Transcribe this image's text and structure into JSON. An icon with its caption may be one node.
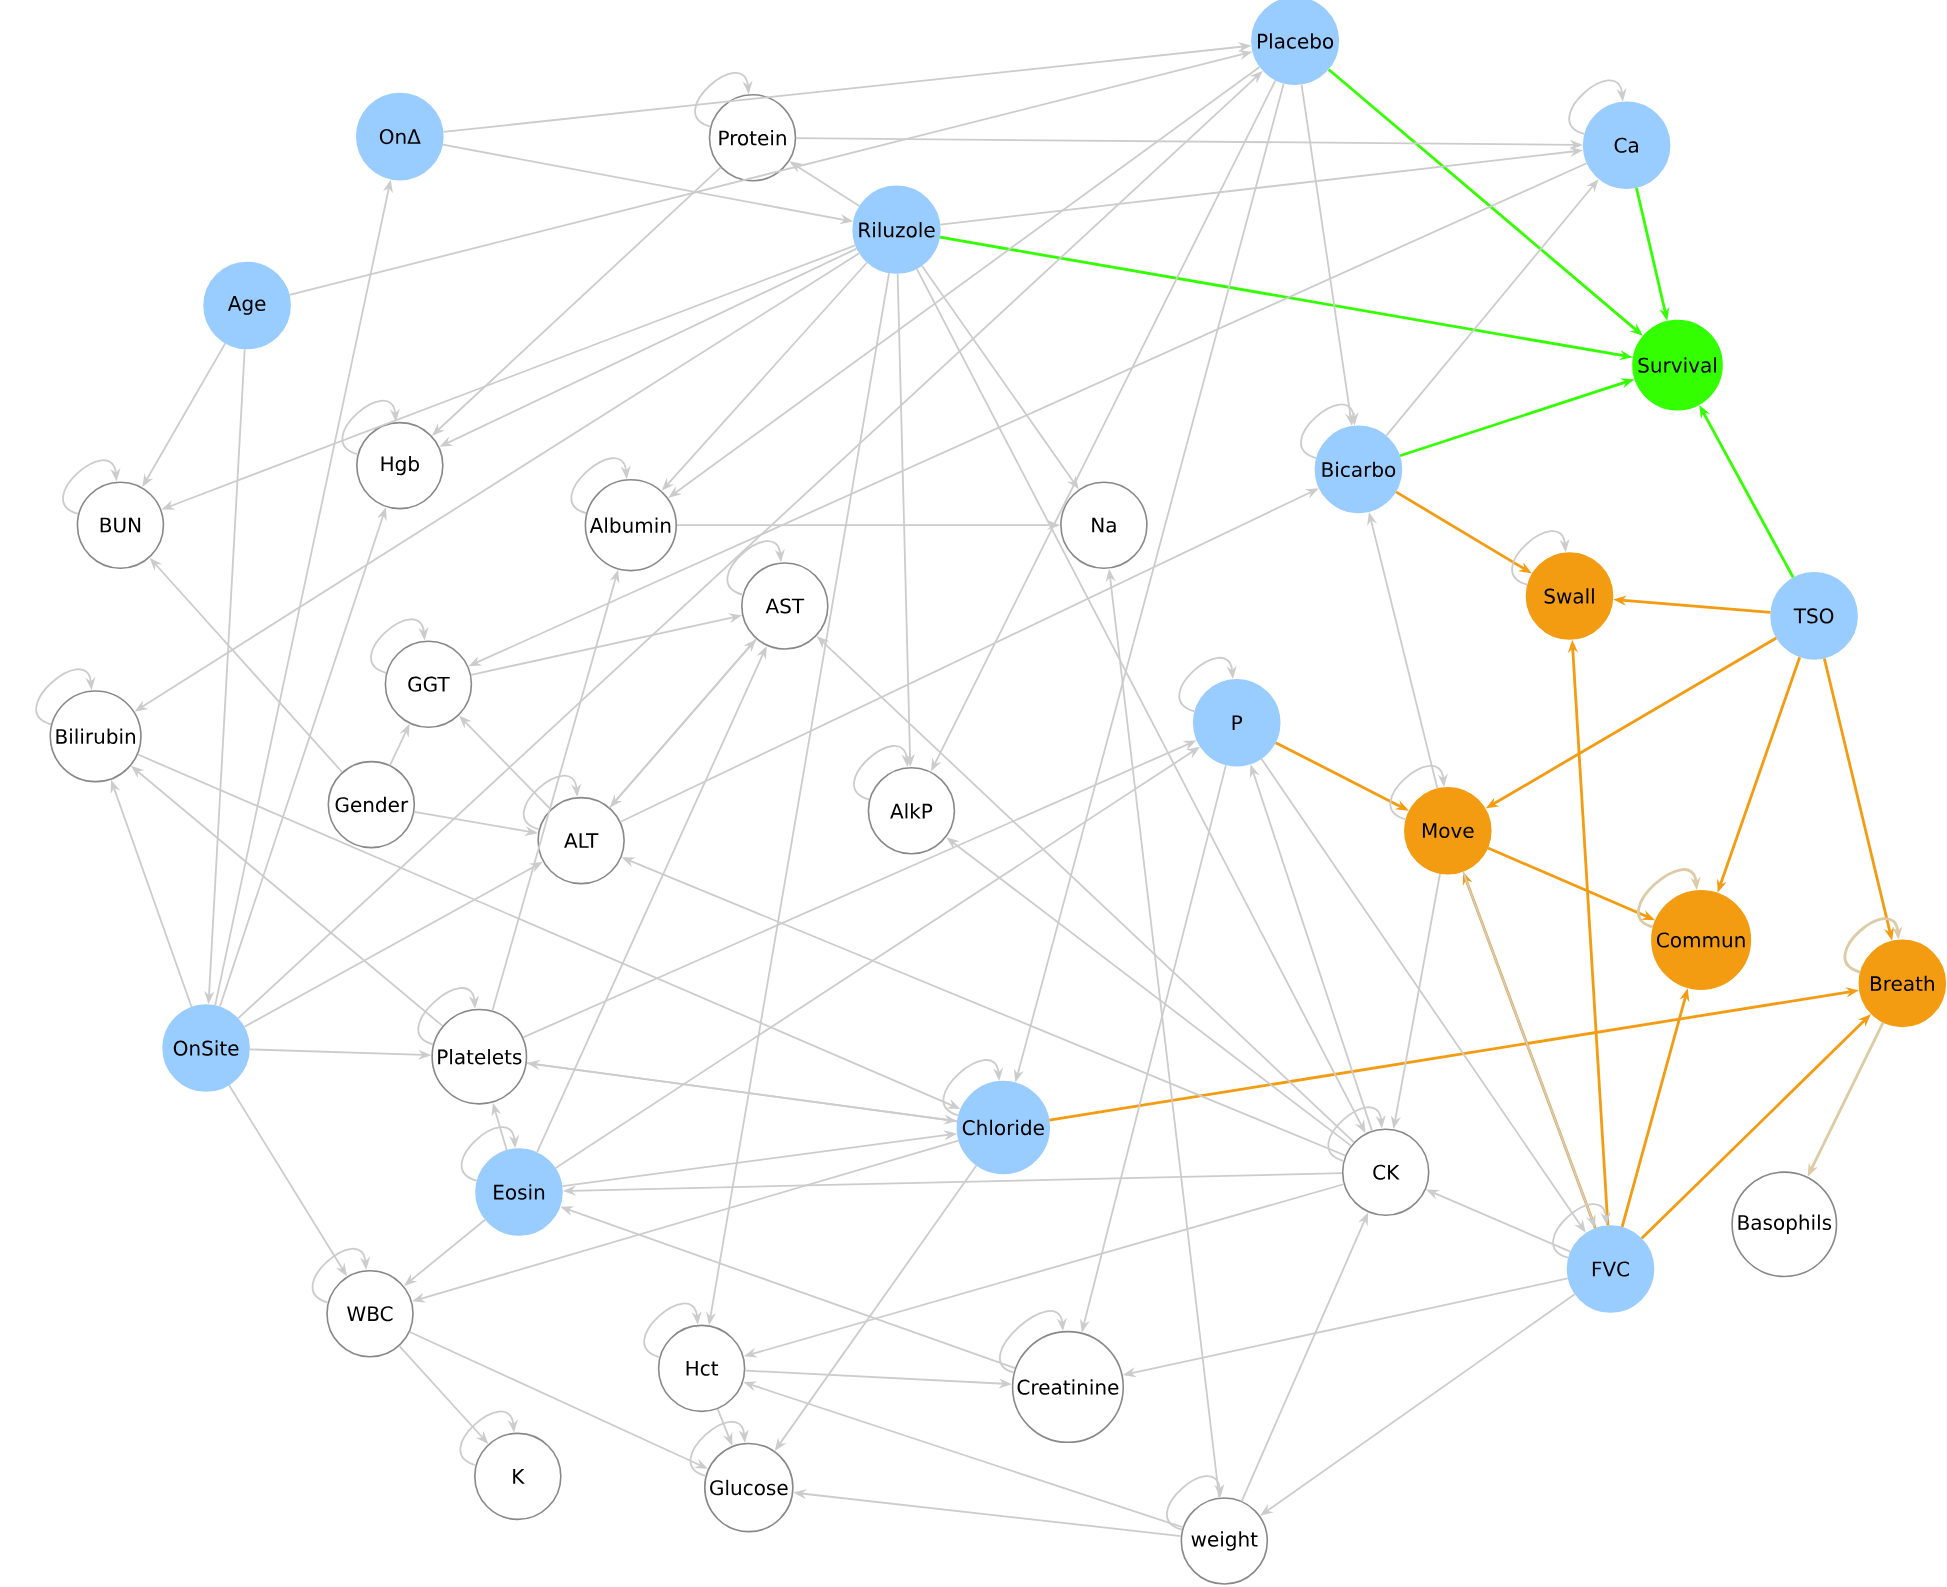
{
  "diagram": {
    "nodes": [
      {
        "text": [
          "Placebo"
        ]
      },
      {
        "text": [
          "OnΔ"
        ]
      },
      {
        "text": [
          "Protein"
        ]
      },
      {
        "text": [
          "Ca"
        ]
      },
      {
        "text": [
          "Riluzole"
        ]
      },
      {
        "text": [
          "Age"
        ]
      },
      {
        "text": [
          "Survival"
        ]
      },
      {
        "text": [
          "Hgb"
        ]
      },
      {
        "text": [
          "Bicarbo"
        ]
      },
      {
        "text": [
          "BUN"
        ]
      },
      {
        "text": [
          "Albumin"
        ]
      },
      {
        "text": [
          "Na"
        ]
      },
      {
        "text": [
          "AST"
        ]
      },
      {
        "text": [
          "Swall"
        ]
      },
      {
        "text": [
          "TSO"
        ]
      },
      {
        "text": [
          "GGT"
        ]
      },
      {
        "text": [
          "Bilirubin"
        ]
      },
      {
        "text": [
          "P"
        ]
      },
      {
        "text": [
          "Gender"
        ]
      },
      {
        "text": [
          "ALT"
        ]
      },
      {
        "text": [
          "AlkP"
        ]
      },
      {
        "text": [
          "Move"
        ]
      },
      {
        "text": [
          "Commun"
        ]
      },
      {
        "text": [
          "Breath"
        ]
      },
      {
        "text": [
          "OnSite"
        ]
      },
      {
        "text": [
          "Platelets"
        ]
      },
      {
        "text": [
          "Chloride"
        ]
      },
      {
        "text": [
          "Eosin"
        ]
      },
      {
        "text": [
          "CK"
        ]
      },
      {
        "text": [
          "Basophils"
        ]
      },
      {
        "text": [
          "FVC"
        ]
      },
      {
        "text": [
          "WBC"
        ]
      },
      {
        "text": [
          "Hct"
        ]
      },
      {
        "text": [
          "Creatinine"
        ]
      },
      {
        "text": [
          "K"
        ]
      },
      {
        "text": [
          "Glucose"
        ]
      },
      {
        "text": [
          "weight"
        ]
      }
    ],
    "edges": [
      {
        "from": 0,
        "to": 6,
        "arrow": "to",
        "color": "#33ff00"
      },
      {
        "from": 3,
        "to": 6,
        "arrow": "to",
        "color": "#33ff00"
      },
      {
        "from": 4,
        "to": 6,
        "arrow": "to",
        "color": "#33ff00"
      },
      {
        "from": 8,
        "to": 6,
        "arrow": "to",
        "color": "#33ff00"
      },
      {
        "from": 14,
        "to": 6,
        "arrow": "to",
        "color": "#33ff00"
      },
      {
        "from": 8,
        "to": 13,
        "arrow": "to",
        "color": "#f39c12"
      },
      {
        "from": 14,
        "to": 13,
        "arrow": "to",
        "color": "#f39c12"
      },
      {
        "from": 14,
        "to": 21,
        "arrow": "to",
        "color": "#f39c12"
      },
      {
        "from": 14,
        "to": 22,
        "arrow": "to",
        "color": "#f39c12"
      },
      {
        "from": 14,
        "to": 23,
        "arrow": "to",
        "color": "#f39c12"
      },
      {
        "from": 17,
        "to": 21,
        "arrow": "to",
        "color": "#f39c12"
      },
      {
        "from": 21,
        "to": 22,
        "arrow": "to",
        "color": "#f39c12"
      },
      {
        "from": 30,
        "to": 13,
        "arrow": "to",
        "color": "#f39c12"
      },
      {
        "from": 30,
        "to": 21,
        "arrow": "to",
        "color": "#f39c12"
      },
      {
        "from": 30,
        "to": 22,
        "arrow": "to",
        "color": "#f39c12"
      },
      {
        "from": 30,
        "to": 23,
        "arrow": "to",
        "color": "#f39c12"
      },
      {
        "from": 26,
        "to": 23,
        "arrow": "to",
        "color": "#f39c12"
      },
      {
        "from": 1,
        "to": 0,
        "arrow": "to"
      },
      {
        "from": 1,
        "to": 4,
        "arrow": "to"
      },
      {
        "from": 2,
        "to": 3,
        "arrow": "to"
      },
      {
        "from": 2,
        "to": 7,
        "arrow": "to"
      },
      {
        "from": 4,
        "to": 2,
        "arrow": "to"
      },
      {
        "from": 4,
        "to": 3,
        "arrow": "to"
      },
      {
        "from": 5,
        "to": 0,
        "arrow": "to"
      },
      {
        "from": 5,
        "to": 9,
        "arrow": "to"
      },
      {
        "from": 5,
        "to": 24,
        "arrow": "to"
      },
      {
        "from": 4,
        "to": 9,
        "arrow": "to"
      },
      {
        "from": 4,
        "to": 7,
        "arrow": "to"
      },
      {
        "from": 4,
        "to": 16,
        "arrow": "to"
      },
      {
        "from": 4,
        "to": 10,
        "arrow": "to"
      },
      {
        "from": 4,
        "to": 20,
        "arrow": "to"
      },
      {
        "from": 4,
        "to": 11,
        "arrow": "to"
      },
      {
        "from": 4,
        "to": 32,
        "arrow": "to"
      },
      {
        "from": 4,
        "to": 28,
        "arrow": "to"
      },
      {
        "from": 0,
        "to": 8,
        "arrow": "to"
      },
      {
        "from": 0,
        "to": 26,
        "arrow": "to"
      },
      {
        "from": 0,
        "to": 20,
        "arrow": "to"
      },
      {
        "from": 0,
        "to": 10,
        "arrow": "to"
      },
      {
        "from": 24,
        "to": 0,
        "arrow": "to"
      },
      {
        "from": 3,
        "to": 15,
        "arrow": "to"
      },
      {
        "from": 8,
        "to": 3,
        "arrow": "to"
      },
      {
        "from": 10,
        "to": 11,
        "arrow": "to"
      },
      {
        "from": 12,
        "to": 19,
        "arrow": "to"
      },
      {
        "from": 19,
        "to": 12,
        "arrow": "to"
      },
      {
        "from": 15,
        "to": 12,
        "arrow": "to"
      },
      {
        "from": 18,
        "to": 15,
        "arrow": "to"
      },
      {
        "from": 18,
        "to": 9,
        "arrow": "to"
      },
      {
        "from": 18,
        "to": 19,
        "arrow": "to"
      },
      {
        "from": 19,
        "to": 15,
        "arrow": "to"
      },
      {
        "from": 19,
        "to": 8,
        "arrow": "to"
      },
      {
        "from": 25,
        "to": 10,
        "arrow": "to"
      },
      {
        "from": 27,
        "to": 12,
        "arrow": "to"
      },
      {
        "from": 24,
        "to": 7,
        "arrow": "to"
      },
      {
        "from": 24,
        "to": 1,
        "arrow": "to"
      },
      {
        "from": 24,
        "to": 16,
        "arrow": "to"
      },
      {
        "from": 24,
        "to": 25,
        "arrow": "to"
      },
      {
        "from": 24,
        "to": 31,
        "arrow": "to"
      },
      {
        "from": 24,
        "to": 19,
        "arrow": "to"
      },
      {
        "from": 25,
        "to": 16,
        "arrow": "to"
      },
      {
        "from": 25,
        "to": 26,
        "arrow": "to"
      },
      {
        "from": 25,
        "to": 17,
        "arrow": "to"
      },
      {
        "from": 26,
        "to": 25,
        "arrow": "to"
      },
      {
        "from": 27,
        "to": 25,
        "arrow": "to"
      },
      {
        "from": 27,
        "to": 31,
        "arrow": "to"
      },
      {
        "from": 27,
        "to": 17,
        "arrow": "to"
      },
      {
        "from": 27,
        "to": 26,
        "arrow": "to"
      },
      {
        "from": 28,
        "to": 27,
        "arrow": "to"
      },
      {
        "from": 28,
        "to": 19,
        "arrow": "to"
      },
      {
        "from": 28,
        "to": 20,
        "arrow": "to"
      },
      {
        "from": 28,
        "to": 12,
        "arrow": "to"
      },
      {
        "from": 28,
        "to": 32,
        "arrow": "to"
      },
      {
        "from": 16,
        "to": 26,
        "arrow": "to"
      },
      {
        "from": 17,
        "to": 33,
        "arrow": "to"
      },
      {
        "from": 28,
        "to": 17,
        "arrow": "to"
      },
      {
        "from": 17,
        "to": 30,
        "arrow": "to"
      },
      {
        "from": 21,
        "to": 8,
        "arrow": "to"
      },
      {
        "from": 21,
        "to": 28,
        "arrow": "to"
      },
      {
        "from": 21,
        "to": 30,
        "arrow": "to"
      },
      {
        "from": 30,
        "to": 28,
        "arrow": "to"
      },
      {
        "from": 30,
        "to": 33,
        "arrow": "to"
      },
      {
        "from": 30,
        "to": 36,
        "arrow": "to"
      },
      {
        "from": 36,
        "to": 28,
        "arrow": "to"
      },
      {
        "from": 36,
        "to": 11,
        "arrow": "to"
      },
      {
        "from": 36,
        "to": 35,
        "arrow": "to"
      },
      {
        "from": 36,
        "to": 32,
        "arrow": "to"
      },
      {
        "from": 31,
        "to": 34,
        "arrow": "to"
      },
      {
        "from": 31,
        "to": 35,
        "arrow": "to"
      },
      {
        "from": 32,
        "to": 33,
        "arrow": "to"
      },
      {
        "from": 32,
        "to": 35,
        "arrow": "to"
      },
      {
        "from": 26,
        "to": 35,
        "arrow": "to"
      },
      {
        "from": 26,
        "to": 31,
        "arrow": "to"
      },
      {
        "from": 23,
        "to": 29,
        "arrow": "to",
        "color": "#dccba4"
      },
      {
        "from": 33,
        "to": 27,
        "arrow": "to"
      },
      {
        "from": 2,
        "to": 2,
        "arrow": "to"
      },
      {
        "from": 3,
        "to": 3,
        "arrow": "to"
      },
      {
        "from": 7,
        "to": 7,
        "arrow": "to"
      },
      {
        "from": 8,
        "to": 8,
        "arrow": "to"
      },
      {
        "from": 9,
        "to": 9,
        "arrow": "to"
      },
      {
        "from": 10,
        "to": 10,
        "arrow": "to"
      },
      {
        "from": 12,
        "to": 12,
        "arrow": "to"
      },
      {
        "from": 13,
        "to": 13,
        "arrow": "to"
      },
      {
        "from": 15,
        "to": 15,
        "arrow": "to"
      },
      {
        "from": 16,
        "to": 16,
        "arrow": "to"
      },
      {
        "from": 17,
        "to": 17,
        "arrow": "to"
      },
      {
        "from": 19,
        "to": 19,
        "arrow": "to"
      },
      {
        "from": 20,
        "to": 20,
        "arrow": "to"
      },
      {
        "from": 21,
        "to": 21,
        "arrow": "to"
      },
      {
        "from": 22,
        "to": 22,
        "arrow": "to",
        "color": "#dccba4"
      },
      {
        "from": 23,
        "to": 23,
        "arrow": "to",
        "color": "#dccba4"
      },
      {
        "from": 25,
        "to": 25,
        "arrow": "to"
      },
      {
        "from": 26,
        "to": 26,
        "arrow": "to"
      },
      {
        "from": 27,
        "to": 27,
        "arrow": "to"
      },
      {
        "from": 28,
        "to": 28,
        "arrow": "to"
      },
      {
        "from": 30,
        "to": 30,
        "arrow": "to"
      },
      {
        "from": 31,
        "to": 31,
        "arrow": "to"
      },
      {
        "from": 32,
        "to": 32,
        "arrow": "to"
      },
      {
        "from": 33,
        "to": 33,
        "arrow": "to"
      },
      {
        "from": 34,
        "to": 34,
        "arrow": "to"
      },
      {
        "from": 35,
        "to": 35,
        "arrow": "to"
      },
      {
        "from": 36,
        "to": 36,
        "arrow": "to"
      }
    ]
  }
}
